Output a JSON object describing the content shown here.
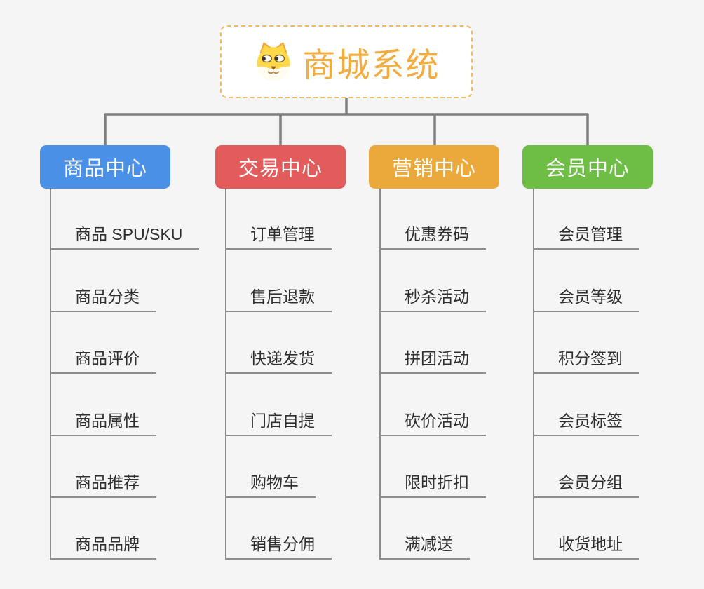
{
  "canvas": {
    "background": "#f5f5f5"
  },
  "root": {
    "title": "商城系统",
    "icon": "dog-face-icon",
    "text_color": "#f3ac3f",
    "border_color": "#f2ba64"
  },
  "branches": [
    {
      "label": "商品中心",
      "color": "#4a90e6",
      "children": [
        "商品 SPU/SKU",
        "商品分类",
        "商品评价",
        "商品属性",
        "商品推荐",
        "商品品牌"
      ]
    },
    {
      "label": "交易中心",
      "color": "#e25c5c",
      "children": [
        "订单管理",
        "售后退款",
        "快递发货",
        "门店自提",
        "购物车",
        "销售分佣"
      ]
    },
    {
      "label": "营销中心",
      "color": "#eba93c",
      "children": [
        "优惠券码",
        "秒杀活动",
        "拼团活动",
        "砍价活动",
        "限时折扣",
        "满减送"
      ]
    },
    {
      "label": "会员中心",
      "color": "#6ebe45",
      "children": [
        "会员管理",
        "会员等级",
        "积分签到",
        "会员标签",
        "会员分组",
        "收货地址"
      ]
    }
  ],
  "connector_color": "#7f7f7f",
  "leaf_line_color": "#8d8d8d"
}
